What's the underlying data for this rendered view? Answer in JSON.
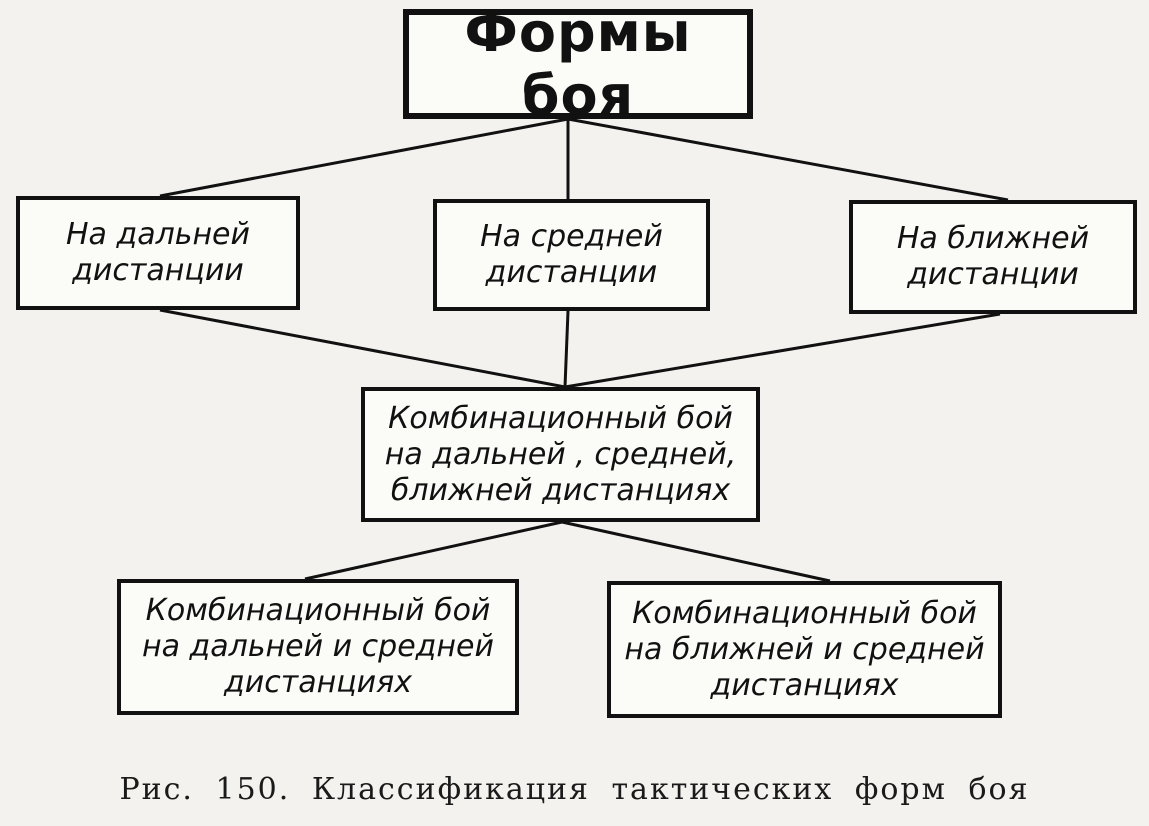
{
  "diagram": {
    "root": {
      "label": "Формы боя"
    },
    "level1": [
      {
        "id": "far",
        "label": "На дальней\nдистанции"
      },
      {
        "id": "mid",
        "label": "На средней\nдистанции"
      },
      {
        "id": "near",
        "label": "На ближней\nдистанции"
      }
    ],
    "level2": {
      "id": "combo-all",
      "label": "Комбинационный бой\nна дальней , средней,\nближней дистанциях"
    },
    "level3": [
      {
        "id": "combo-far-mid",
        "label": "Комбинационный бой\nна дальней и средней\nдистанциях"
      },
      {
        "id": "combo-near-mid",
        "label": "Комбинационный бой\nна ближней и средней\nдистанциях"
      }
    ],
    "edges": [
      [
        "root",
        "far"
      ],
      [
        "root",
        "mid"
      ],
      [
        "root",
        "near"
      ],
      [
        "far",
        "combo-all"
      ],
      [
        "mid",
        "combo-all"
      ],
      [
        "near",
        "combo-all"
      ],
      [
        "combo-all",
        "combo-far-mid"
      ],
      [
        "combo-all",
        "combo-near-mid"
      ]
    ],
    "caption": "Рис. 150. Классификация тактических форм боя"
  }
}
